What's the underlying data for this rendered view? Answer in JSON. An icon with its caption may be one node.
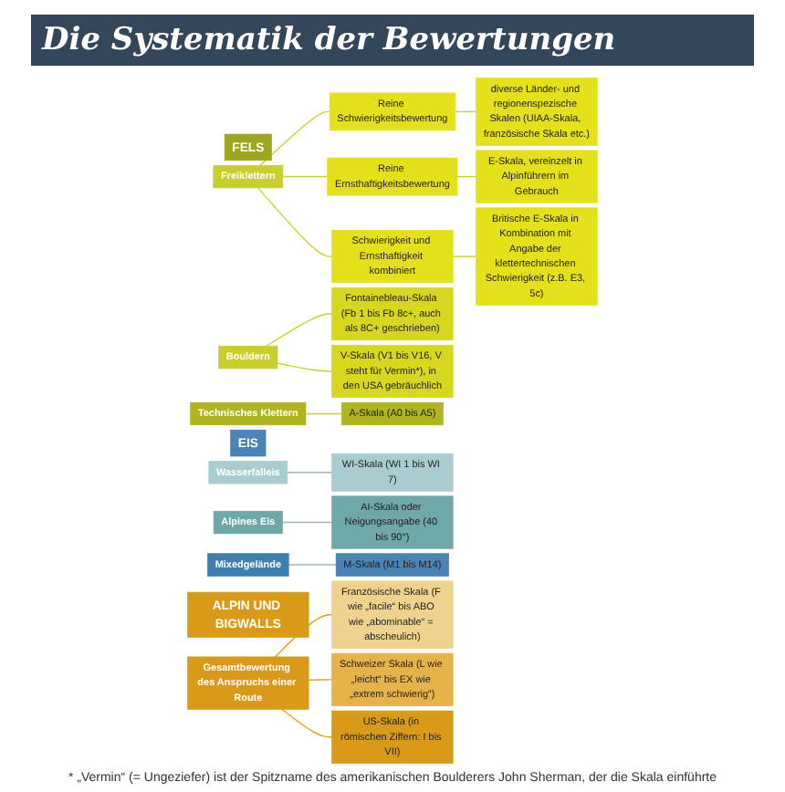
{
  "diagram": {
    "title": "Die Systematik der Bewertungen",
    "nodes": [
      {
        "text": [
          "FELS"
        ]
      },
      {
        "text": [
          "Freiklettern"
        ]
      },
      {
        "text": [
          "Reine Schwierigkeitsbewertung"
        ]
      },
      {
        "text": [
          "diverse Länder- und regionenspezische Skalen (UIAA-Skala, französische Skala etc.)"
        ]
      },
      {
        "text": [
          "Reine Ernsthaftigkeitsbewertung"
        ]
      },
      {
        "text": [
          "E-Skala, vereinzelt in Alpinführern im Gebrauch"
        ]
      },
      {
        "text": [
          "Schwierigkeit und Ernsthaftigkeit kombiniert"
        ]
      },
      {
        "text": [
          "Britische E-Skala in Kombination mit Angabe der klettertechnischen Schwierigkeit (z.B. E3, 5c)"
        ]
      },
      {
        "text": [
          "Bouldern"
        ]
      },
      {
        "text": [
          "Fontainebleau-Skala (Fb 1 bis Fb 8c+, auch als 8C+ geschrieben)"
        ]
      },
      {
        "text": [
          "V-Skala (V1 bis V16, V steht für Vermin*), in den USA gebräuchlich"
        ]
      },
      {
        "text": [
          "Technisches Klettern"
        ]
      },
      {
        "text": [
          "A-Skala (A0 bis A5)"
        ]
      },
      {
        "text": [
          "EIS"
        ]
      },
      {
        "text": [
          "Wasserfalleis"
        ]
      },
      {
        "text": [
          "WI-Skala (WI 1 bis WI 7)"
        ]
      },
      {
        "text": [
          "Alpines Eis"
        ]
      },
      {
        "text": [
          "AI-Skala oder Neigungsangabe (40 bis 90°)"
        ]
      },
      {
        "text": [
          "Mixedgelände"
        ]
      },
      {
        "text": [
          "M-Skala (M1 bis M14)"
        ]
      },
      {
        "text": [
          "ALPIN UND BIGWALLS"
        ]
      },
      {
        "text": [
          "Gesamtbewertung des Anspruchs einer Route"
        ]
      },
      {
        "text": [
          "Französische Skala (F wie „facile“ bis ABO wie „abominable“ = abscheulich)"
        ]
      },
      {
        "text": [
          "Schweizer Skala (L wie „leicht“ bis EX wie „extrem schwierig“)"
        ]
      },
      {
        "text": [
          "US-Skala (in römischen Ziffern: I bis VII)"
        ]
      }
    ],
    "edges": [
      {
        "from": 1,
        "to": 2,
        "arrow": "none"
      },
      {
        "from": 1,
        "to": 4,
        "arrow": "none"
      },
      {
        "from": 1,
        "to": 6,
        "arrow": "none"
      },
      {
        "from": 2,
        "to": 3,
        "arrow": "none"
      },
      {
        "from": 4,
        "to": 5,
        "arrow": "none"
      },
      {
        "from": 6,
        "to": 7,
        "arrow": "none"
      },
      {
        "from": 8,
        "to": 9,
        "arrow": "none"
      },
      {
        "from": 8,
        "to": 10,
        "arrow": "none"
      },
      {
        "from": 11,
        "to": 12,
        "arrow": "none"
      },
      {
        "from": 14,
        "to": 15,
        "arrow": "none",
        "color": "#9fb4bb"
      },
      {
        "from": 16,
        "to": 17,
        "arrow": "none",
        "color": "#9fb4bb"
      },
      {
        "from": 18,
        "to": 19,
        "arrow": "none",
        "color": "#9fb4bb"
      },
      {
        "from": 21,
        "to": 22,
        "arrow": "none",
        "color": "#e0a020"
      },
      {
        "from": 21,
        "to": 23,
        "arrow": "none",
        "color": "#e0a020"
      },
      {
        "from": 21,
        "to": 24,
        "arrow": "none",
        "color": "#e0a020"
      }
    ],
    "labels": [
      "* „Vermin“ (= Ungeziefer) ist der Spitzname des amerikanischen Boulderers John Sherman, der die Skala einführte"
    ]
  }
}
